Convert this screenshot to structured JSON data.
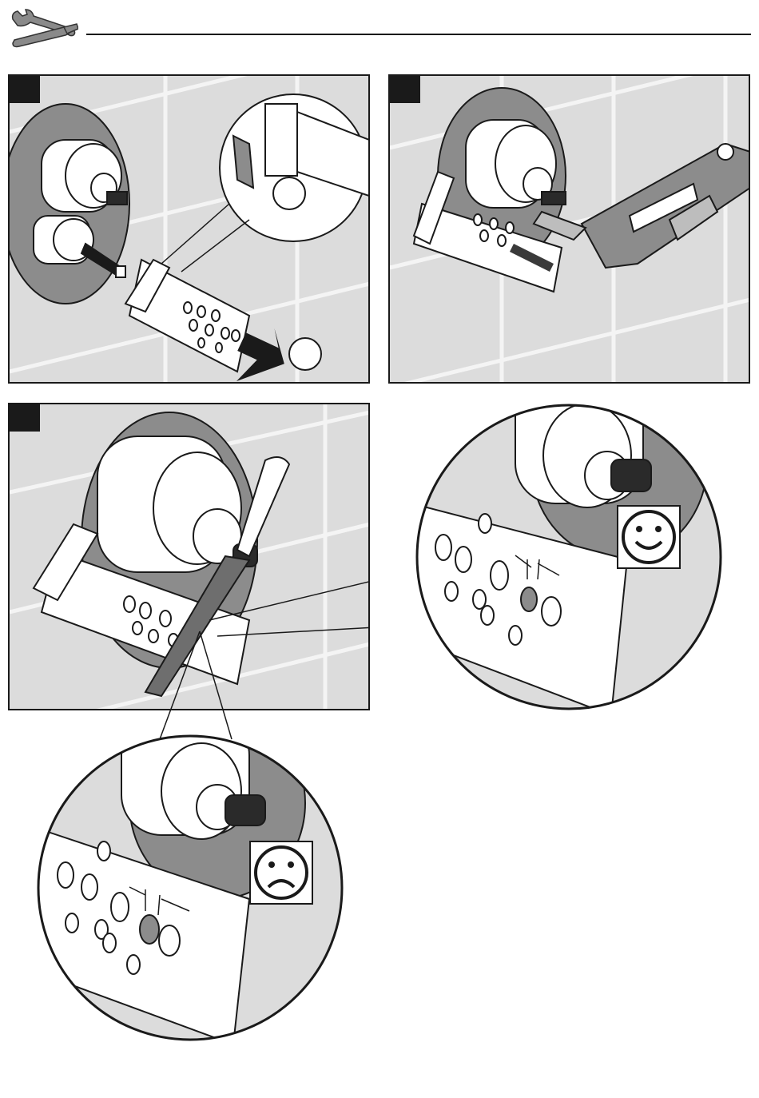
{
  "header": {
    "icon": "wrench-screwdriver-icon",
    "rule_color": "#1a1a1a"
  },
  "panels": [
    {
      "id": "step-1",
      "badge_color": "#1a1a1a",
      "callout_circles": 2
    },
    {
      "id": "step-2",
      "badge_color": "#1a1a1a",
      "tool": "oscillating-multitool-icon"
    },
    {
      "id": "step-3",
      "badge_color": "#1a1a1a",
      "tool": "file-icon"
    }
  ],
  "details": {
    "correct": {
      "face": "smiley-face-icon"
    },
    "incorrect": {
      "face": "frown-face-icon"
    }
  },
  "colors": {
    "tile": "#dcdcdc",
    "grout": "#f4f4f4",
    "line": "#1a1a1a",
    "plate": "#8c8c8c",
    "metal": "#bdbdbd"
  }
}
